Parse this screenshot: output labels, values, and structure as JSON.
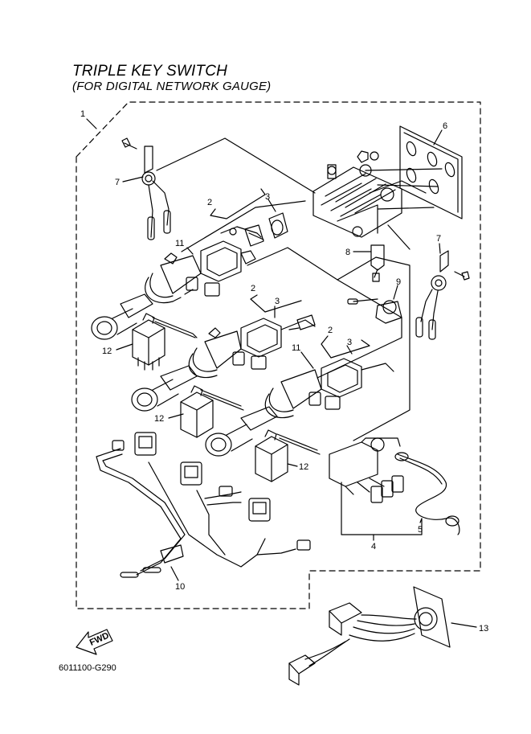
{
  "header": {
    "title": "TRIPLE KEY SWITCH",
    "subtitle": "(FOR DIGITAL NETWORK GAUGE)"
  },
  "fwd_label": "FWD",
  "figure_code": "6011100-G290",
  "callouts": [
    {
      "id": "c1",
      "label": "1"
    },
    {
      "id": "c2a",
      "label": "2"
    },
    {
      "id": "c3a",
      "label": "3"
    },
    {
      "id": "c6",
      "label": "6"
    },
    {
      "id": "c7a",
      "label": "7"
    },
    {
      "id": "c7b",
      "label": "7"
    },
    {
      "id": "c8",
      "label": "8"
    },
    {
      "id": "c9",
      "label": "9"
    },
    {
      "id": "c11a",
      "label": "11"
    },
    {
      "id": "c2b",
      "label": "2"
    },
    {
      "id": "c3b",
      "label": "3"
    },
    {
      "id": "c12a",
      "label": "12"
    },
    {
      "id": "c2c",
      "label": "2"
    },
    {
      "id": "c3c",
      "label": "3"
    },
    {
      "id": "c11b",
      "label": "11"
    },
    {
      "id": "c12b",
      "label": "12"
    },
    {
      "id": "c12c",
      "label": "12"
    },
    {
      "id": "c4",
      "label": "4"
    },
    {
      "id": "c5",
      "label": "5"
    },
    {
      "id": "c10",
      "label": "10"
    },
    {
      "id": "c13",
      "label": "13"
    }
  ]
}
